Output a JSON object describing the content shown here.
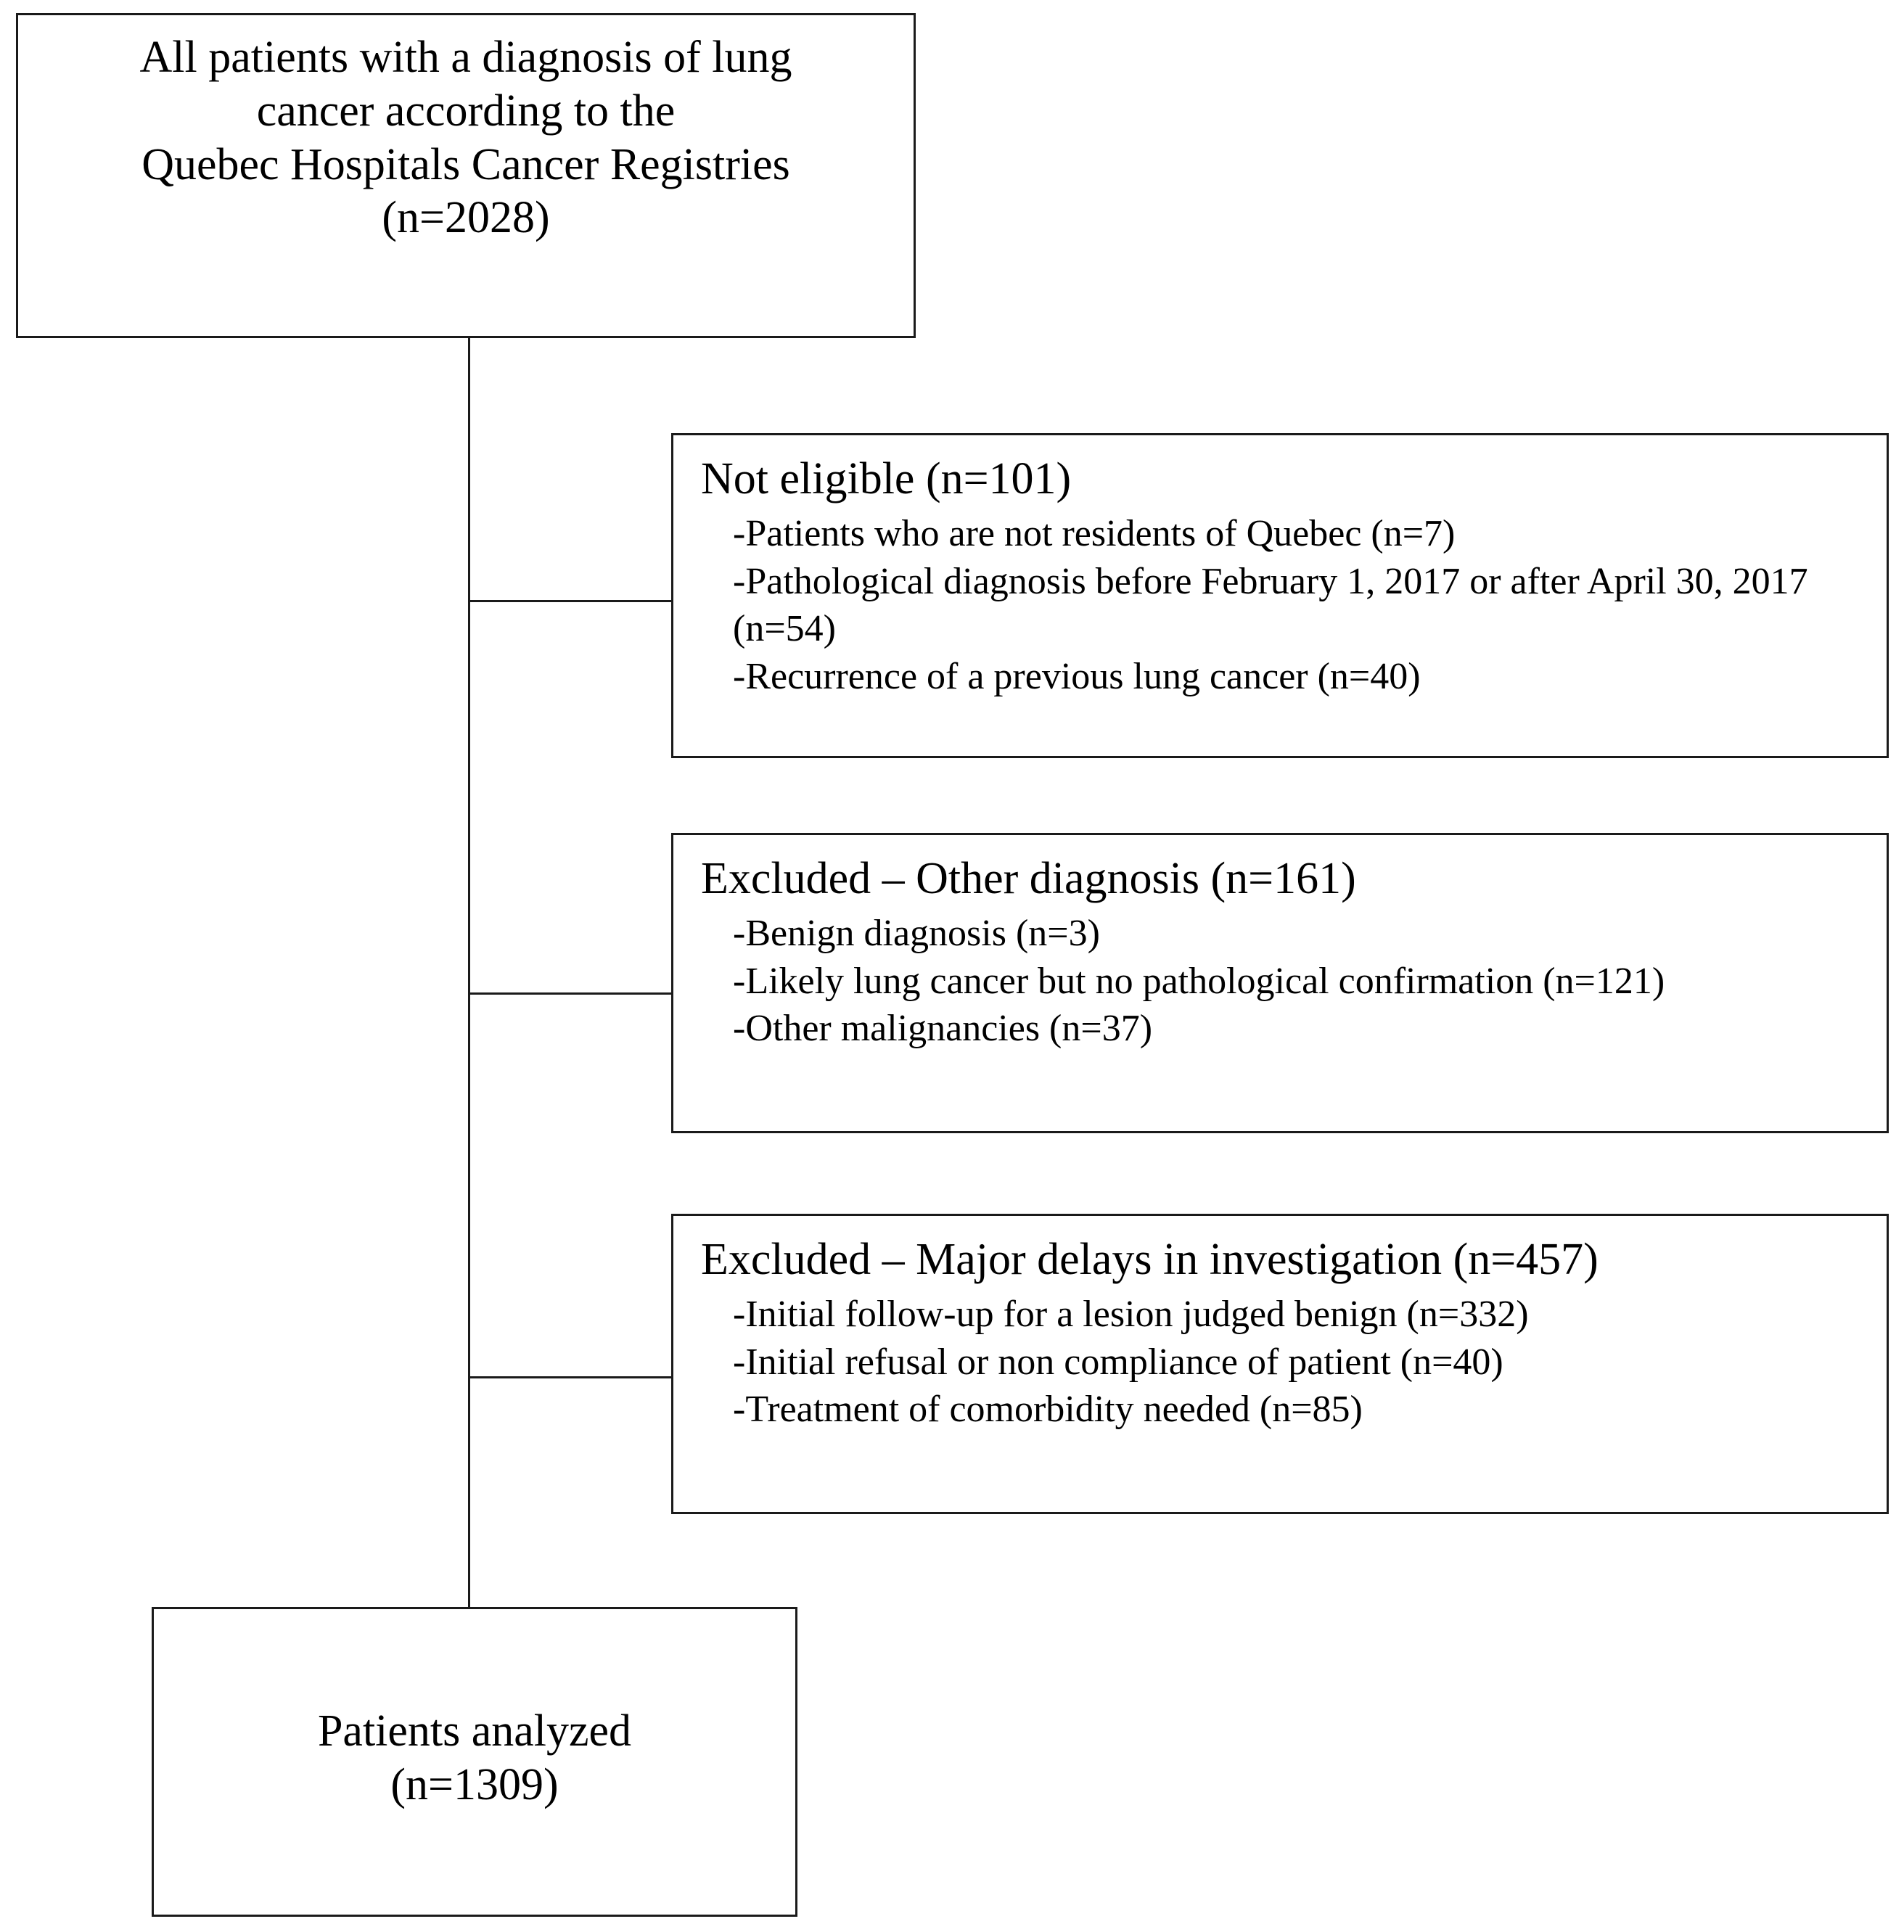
{
  "figure": {
    "type": "flowchart",
    "kind": "patient-selection-flow-diagram"
  },
  "nodes": {
    "source": {
      "name": "source-cohort",
      "lines": [
        "All patients with a diagnosis of lung",
        "cancer according to the",
        "Quebec Hospitals Cancer Registries",
        "(n=2028)"
      ],
      "n": 2028
    },
    "not_eligible": {
      "name": "not-eligible",
      "heading": "Not eligible (n=101)",
      "n": 101,
      "items": [
        "-Patients who are not residents of Quebec (n=7)",
        "-Pathological diagnosis before February 1, 2017 or after April 30, 2017 (n=54)",
        "-Recurrence of a previous lung cancer (n=40)"
      ],
      "item_counts": [
        7,
        54,
        40
      ]
    },
    "other_diagnosis": {
      "name": "excluded-other-diagnosis",
      "heading": "Excluded – Other diagnosis (n=161)",
      "n": 161,
      "items": [
        "-Benign diagnosis (n=3)",
        "-Likely lung cancer but no pathological confirmation (n=121)",
        "-Other malignancies (n=37)"
      ],
      "item_counts": [
        3,
        121,
        37
      ]
    },
    "major_delays": {
      "name": "excluded-major-delays",
      "heading": "Excluded – Major delays in investigation (n=457)",
      "n": 457,
      "items": [
        "-Initial follow-up for a lesion judged benign (n=332)",
        "-Initial refusal or non compliance of patient (n=40)",
        "-Treatment of comorbidity needed (n=85)"
      ],
      "item_counts": [
        332,
        40,
        85
      ]
    },
    "analyzed": {
      "name": "patients-analyzed",
      "lines": [
        "Patients analyzed",
        "(n=1309)"
      ],
      "n": 1309
    }
  },
  "colors": {
    "border": "#1a1a1a",
    "text": "#000000",
    "background": "#ffffff"
  }
}
